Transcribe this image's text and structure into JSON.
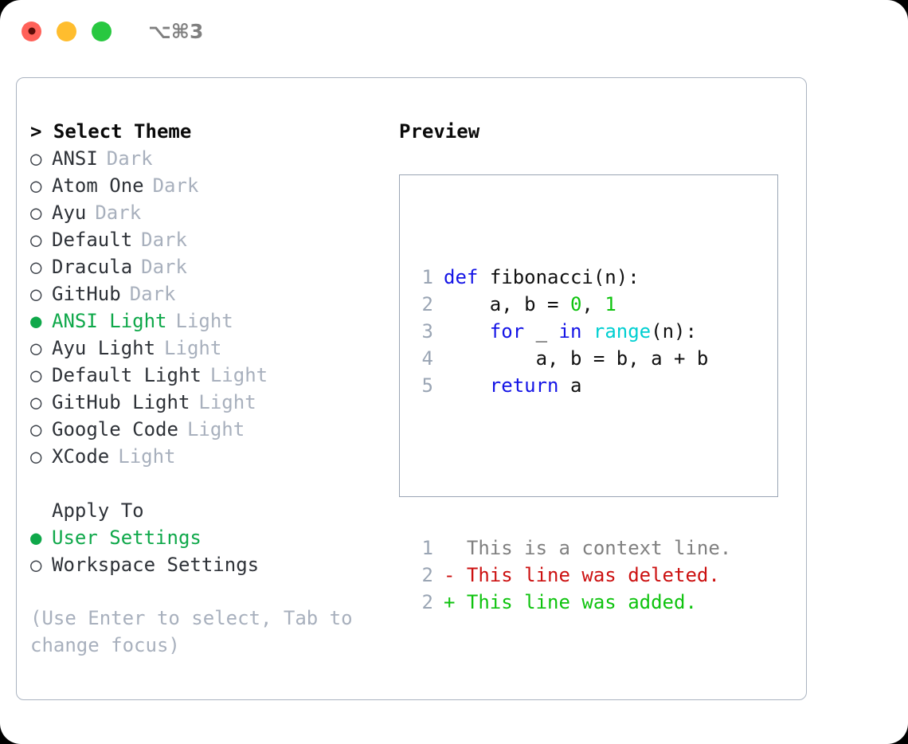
{
  "window": {
    "traffic_lights": [
      "close",
      "minimize",
      "zoom"
    ],
    "shortcut": "⌥⌘3"
  },
  "theme_panel": {
    "heading": "> Select Theme",
    "themes": [
      {
        "marker": "○",
        "name": "ANSI",
        "tag": "Dark",
        "selected": false
      },
      {
        "marker": "○",
        "name": "Atom One",
        "tag": "Dark",
        "selected": false
      },
      {
        "marker": "○",
        "name": "Ayu",
        "tag": "Dark",
        "selected": false
      },
      {
        "marker": "○",
        "name": "Default",
        "tag": "Dark",
        "selected": false
      },
      {
        "marker": "○",
        "name": "Dracula",
        "tag": "Dark",
        "selected": false
      },
      {
        "marker": "○",
        "name": "GitHub",
        "tag": "Dark",
        "selected": false
      },
      {
        "marker": "●",
        "name": "ANSI Light",
        "tag": "Light",
        "selected": true
      },
      {
        "marker": "○",
        "name": "Ayu Light",
        "tag": "Light",
        "selected": false
      },
      {
        "marker": "○",
        "name": "Default Light",
        "tag": "Light",
        "selected": false
      },
      {
        "marker": "○",
        "name": "GitHub Light",
        "tag": "Light",
        "selected": false
      },
      {
        "marker": "○",
        "name": "Google Code",
        "tag": "Light",
        "selected": false
      },
      {
        "marker": "○",
        "name": "XCode",
        "tag": "Light",
        "selected": false
      }
    ],
    "apply_to": {
      "label": "Apply To",
      "options": [
        {
          "marker": "●",
          "name": "User Settings",
          "selected": true
        },
        {
          "marker": "○",
          "name": "Workspace Settings",
          "selected": false
        }
      ]
    },
    "hint": "(Use Enter to select, Tab to change focus)"
  },
  "preview": {
    "heading": "Preview",
    "code_lines": [
      {
        "num": "1",
        "tokens": [
          {
            "t": "def",
            "c": "kw"
          },
          {
            "t": " ",
            "c": "plain"
          },
          {
            "t": "fibonacci",
            "c": "fn"
          },
          {
            "t": "(n):",
            "c": "plain"
          }
        ]
      },
      {
        "num": "2",
        "tokens": [
          {
            "t": "    a, b = ",
            "c": "plain"
          },
          {
            "t": "0",
            "c": "num"
          },
          {
            "t": ", ",
            "c": "plain"
          },
          {
            "t": "1",
            "c": "num"
          }
        ]
      },
      {
        "num": "3",
        "tokens": [
          {
            "t": "    ",
            "c": "plain"
          },
          {
            "t": "for",
            "c": "kw"
          },
          {
            "t": " _ ",
            "c": "plain"
          },
          {
            "t": "in",
            "c": "kw"
          },
          {
            "t": " ",
            "c": "plain"
          },
          {
            "t": "range",
            "c": "builtin"
          },
          {
            "t": "(n):",
            "c": "plain"
          }
        ]
      },
      {
        "num": "4",
        "tokens": [
          {
            "t": "        a, b = b, a + b",
            "c": "plain"
          }
        ]
      },
      {
        "num": "5",
        "tokens": [
          {
            "t": "    ",
            "c": "plain"
          },
          {
            "t": "return",
            "c": "kw"
          },
          {
            "t": " a",
            "c": "plain"
          }
        ]
      }
    ],
    "diff_lines": [
      {
        "num": "1",
        "sign": " ",
        "text": " This is a context line.",
        "kind": "ctx"
      },
      {
        "num": "2",
        "sign": "-",
        "text": " This line was deleted.",
        "kind": "del"
      },
      {
        "num": "2",
        "sign": "+",
        "text": " This line was added.",
        "kind": "add"
      }
    ]
  },
  "colors": {
    "accent_green": "#0fa84a",
    "muted": "#a8b0bd",
    "keyword_blue": "#1414e6",
    "builtin_cyan": "#00cfd1",
    "number_green": "#0ec30e",
    "diff_delete_red": "#cc1111",
    "diff_add_green": "#0ec30e",
    "border": "#aab3c0"
  }
}
